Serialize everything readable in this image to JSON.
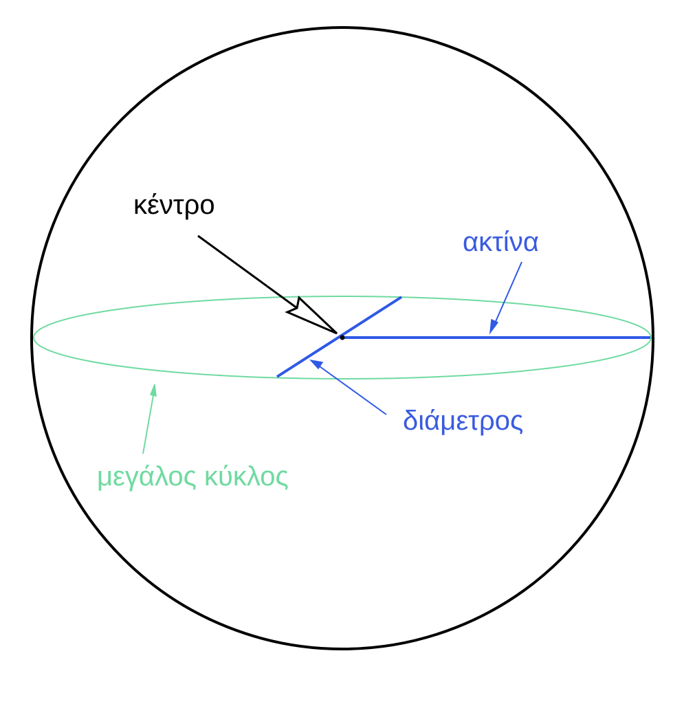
{
  "labels": {
    "center": "κέντρο",
    "radius": "ακτίνα",
    "diameter": "διάμετρος",
    "great_circle": "μεγάλος κύκλος"
  },
  "colors": {
    "sphere": "#000000",
    "great_circle": "#6fdaa0",
    "radius": "#2f59e6",
    "diameter": "#2f59e6",
    "center_label": "#000000",
    "radius_label": "#3a5be0",
    "diameter_label": "#3a5be0",
    "great_circle_label": "#6fdaa0"
  }
}
